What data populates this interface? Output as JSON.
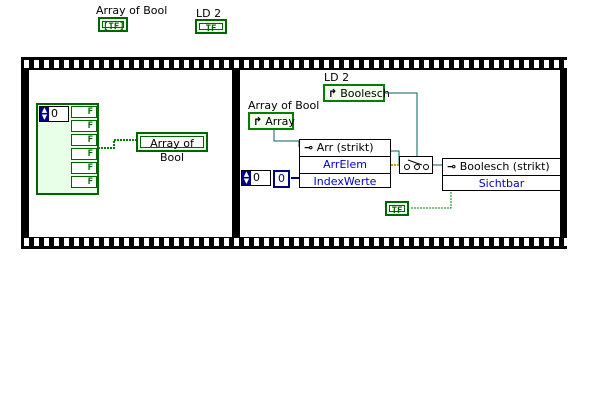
{
  "top_controls": {
    "array_label": "Array of Bool",
    "array_term": "[TF]",
    "ld2_label": "LD 2",
    "ld2_term": "TF"
  },
  "left_frame": {
    "index_value": "0",
    "bool_elem": "F",
    "indicator_label": "Array of Bool"
  },
  "right_frame": {
    "ld2_label": "LD 2",
    "ld2_ref": "Boolesch",
    "array_label": "Array of Bool",
    "array_ref": "Array",
    "node1_title": "Arr (strikt)",
    "node1_prop1": "ArrElem",
    "node1_prop2": "IndexWerte",
    "index_value": "0",
    "const_value": "0",
    "node2_title": "Boolesch (strikt)",
    "node2_prop1": "Sichtbar",
    "bool_const": "TF"
  },
  "colors": {
    "wire_ref": "#006060",
    "wire_bool": "#008000",
    "wire_num": "#000080",
    "film": "#000000"
  }
}
